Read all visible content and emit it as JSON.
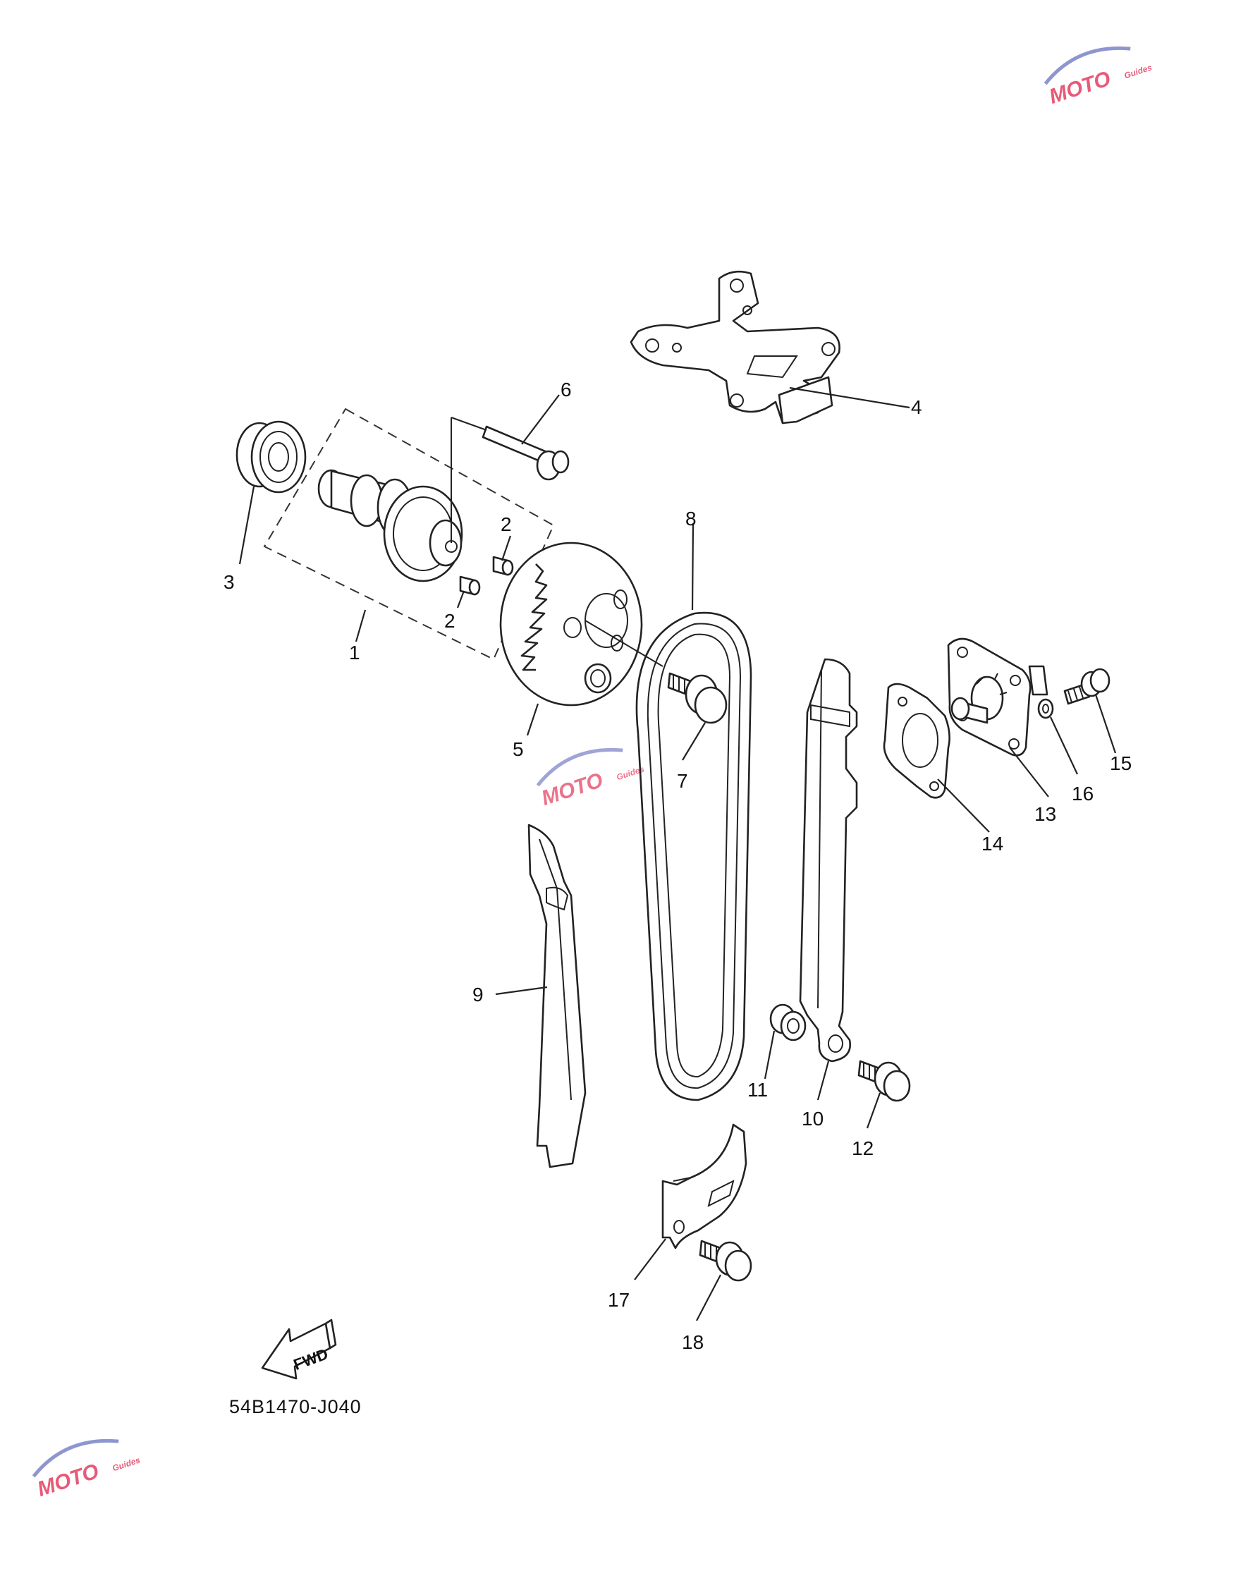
{
  "diagram": {
    "part_numbers": [
      "1",
      "2",
      "2",
      "3",
      "4",
      "5",
      "6",
      "7",
      "8",
      "9",
      "10",
      "11",
      "12",
      "13",
      "14",
      "15",
      "16",
      "17",
      "18"
    ],
    "drawing_code": "54B1470-J040",
    "forward_label": "FWD"
  },
  "watermark": {
    "brand": "MOTO",
    "sub": "Guides",
    "colors": {
      "primary": "#e85a78",
      "secondary": "#7a86c9"
    }
  }
}
